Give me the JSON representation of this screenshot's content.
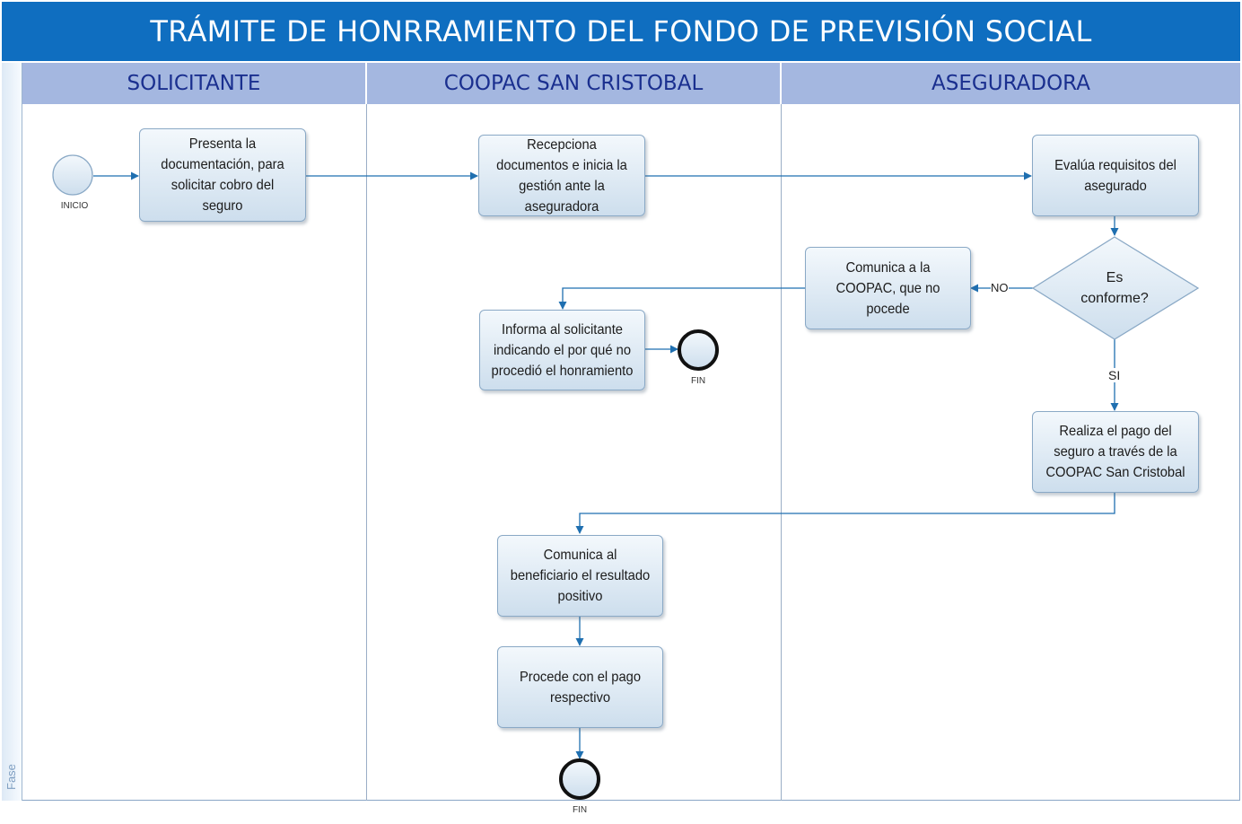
{
  "title": "TRÁMITE DE HONRRAMIENTO DEL FONDO DE PREVISIÓN SOCIAL",
  "phase_label": "Fase",
  "lanes": [
    {
      "name": "SOLICITANTE"
    },
    {
      "name": "COOPAC SAN CRISTOBAL"
    },
    {
      "name": "ASEGURADORA"
    }
  ],
  "events": {
    "start": "INICIO",
    "end_rejected": "FIN",
    "end_paid": "FIN"
  },
  "tasks": {
    "present_docs": "Presenta  la documentación, para solicitar cobro del seguro",
    "receive_docs": "Recepciona documentos e inicia la gestión ante la aseguradora",
    "evaluate": "Evalúa requisitos del asegurado",
    "communicate_coopac": "Comunica a la COOPAC, que no pocede",
    "inform_applicant": "Informa al solicitante indicando el por qué no procedió el honramiento",
    "pay_insurance": "Realiza el pago del seguro a través de la COOPAC San Cristobal",
    "communicate_beneficiary": "Comunica al  beneficiario el resultado positivo",
    "proceed_payment": "Procede con el pago respectivo"
  },
  "gateway": {
    "question": "Es conforme?",
    "no_label": "NO",
    "yes_label": "SI"
  },
  "colors": {
    "title_bg": "#0f6ec0",
    "lane_header_bg": "#a4b7e0",
    "lane_header_text": "#1a2f8f",
    "arrow": "#1f6fb0"
  }
}
